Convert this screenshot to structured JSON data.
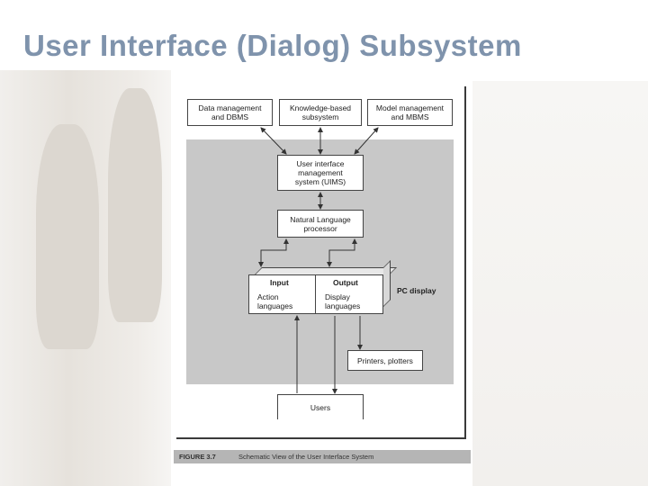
{
  "slide": {
    "title": "User Interface (Dialog) Subsystem"
  },
  "diagram": {
    "top_boxes": [
      {
        "line1": "Data management",
        "line2": "and DBMS"
      },
      {
        "line1": "Knowledge-based",
        "line2": "subsystem"
      },
      {
        "line1": "Model management",
        "line2": "and MBMS"
      }
    ],
    "uims": {
      "line1": "User interface",
      "line2": "management",
      "line3": "system (UIMS)"
    },
    "nlp": {
      "line1": "Natural Language",
      "line2": "processor"
    },
    "input": {
      "head": "Input",
      "line1": "Action",
      "line2": "languages"
    },
    "output": {
      "head": "Output",
      "line1": "Display",
      "line2": "languages"
    },
    "pc_display": "PC display",
    "printers": "Printers, plotters",
    "users": "Users"
  },
  "caption": {
    "number": "FIGURE 3.7",
    "text": "Schematic View of the User Interface System"
  },
  "colors": {
    "title": "#7f93ac",
    "panel": "#c8c8c8",
    "caption_bar": "#b5b5b5"
  }
}
